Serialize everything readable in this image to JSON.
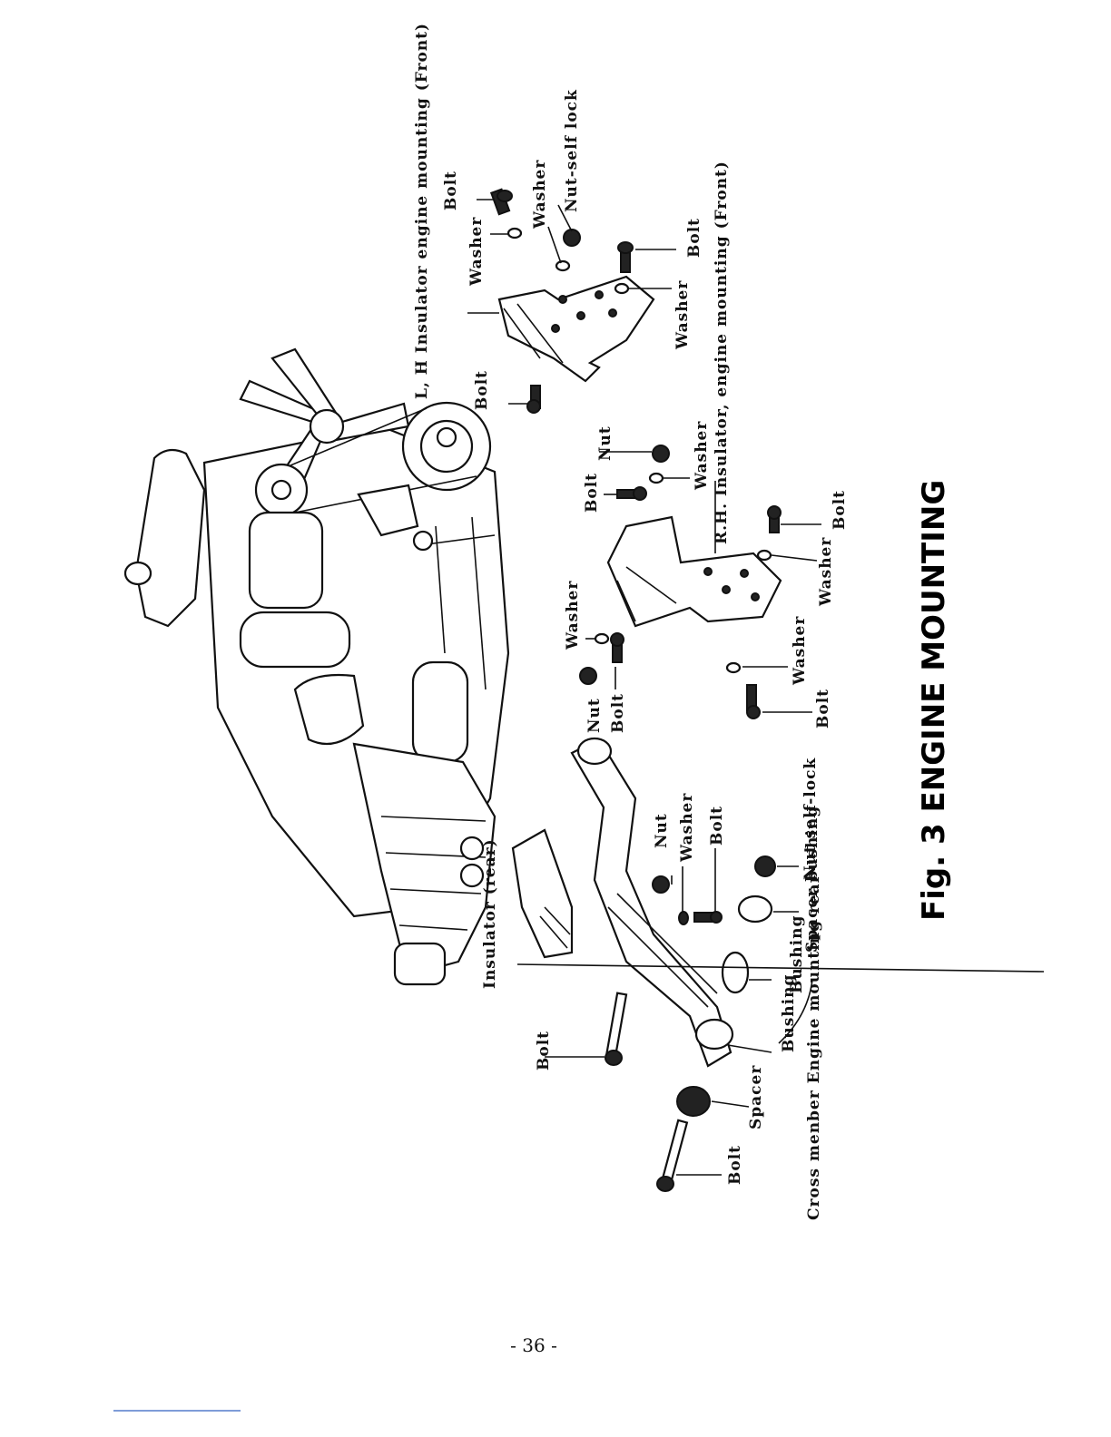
{
  "figure": {
    "caption": "Fig. 3 ENGINE MOUNTING",
    "page_number": "- 36 -"
  },
  "labels": {
    "bolt_top": "Bolt",
    "washer_top": "Washer",
    "washer_top2": "Washer",
    "nut_self_lock_top": "Nut-self lock",
    "lh_insulator": "L, H Insulator engine mounting (Front)",
    "bolt_lh": "Bolt",
    "bolt_right_top": "Bolt",
    "washer_right_top": "Washer",
    "nut_rh": "Nut",
    "bolt_rh": "Bolt",
    "washer_rh": "Washer",
    "rh_insulator": "R.H. Insulator, engine mounting (Front)",
    "bolt_rh_lower": "Bolt",
    "washer_rh_lower": "Washer",
    "washer_mid": "Washer",
    "nut_mid": "Nut",
    "bolt_mid": "Bolt",
    "washer_lower": "Washer",
    "bolt_lower": "Bolt",
    "nut_cross": "Nut",
    "washer_cross": "Washer",
    "bolt_cross": "Bolt",
    "nut_self_lock_cross": "Nut self-lock",
    "spacer_bushing": "Spacer bushing",
    "bushing": "Bushing",
    "bushing2": "Bushing",
    "insulator_rear": "Insulator (rear)",
    "bolt_cm": "Bolt",
    "spacer": "Spacer",
    "bolt_bottom": "Bolt",
    "cross_member": "Cross menber Engine mounting rear"
  }
}
